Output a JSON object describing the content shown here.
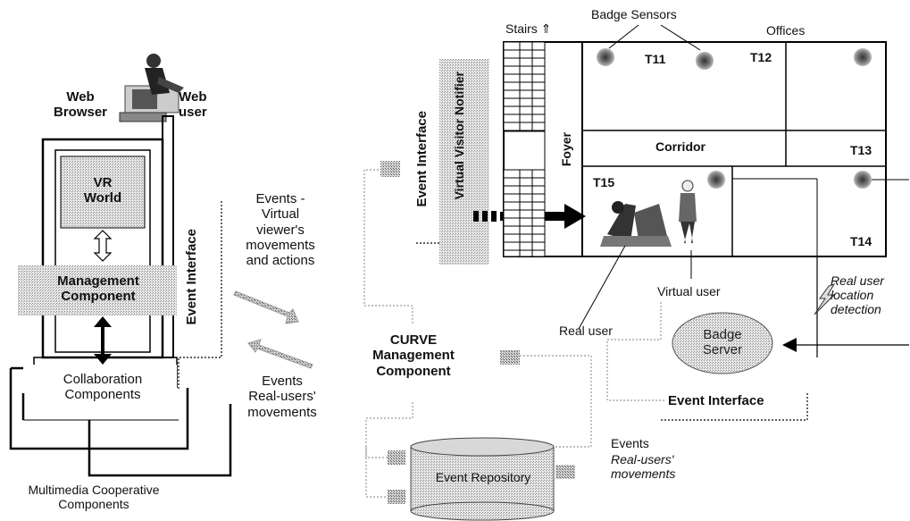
{
  "left": {
    "web_browser": "Web\nBrowser",
    "web_user": "Web\nuser",
    "vr_world": "VR\nWorld",
    "management_component": "Management\nComponent",
    "event_interface": "Event Interface",
    "collaboration_components": "Collaboration\nComponents",
    "multimedia_components": "Multimedia Cooperative\nComponents"
  },
  "middle": {
    "events_virtual": "Events -\nVirtual\nviewer's\nmovements\nand actions",
    "events_real": "Events\nReal-users'\nmovements",
    "curve_management": "CURVE\nManagement\nComponent",
    "event_repository": "Event Repository",
    "events_bottom_title": "Events",
    "events_bottom_italic": "Real-users'\nmovements"
  },
  "notifier": {
    "virtual_visitor_notifier": "Virtual Visitor Notifier",
    "event_interface": "Event Interface"
  },
  "floorplan": {
    "stairs": "Stairs ⇑",
    "badge_sensors": "Badge Sensors",
    "offices": "Offices",
    "foyer": "Foyer",
    "corridor": "Corridor",
    "rooms": {
      "t11": "T11",
      "t12": "T12",
      "t13": "T13",
      "t14": "T14",
      "t15": "T15"
    },
    "virtual_user": "Virtual user",
    "real_user": "Real user",
    "real_user_location": "Real user\nlocation\ndetection",
    "badge_server": "Badge\nServer",
    "event_interface": "Event Interface"
  }
}
